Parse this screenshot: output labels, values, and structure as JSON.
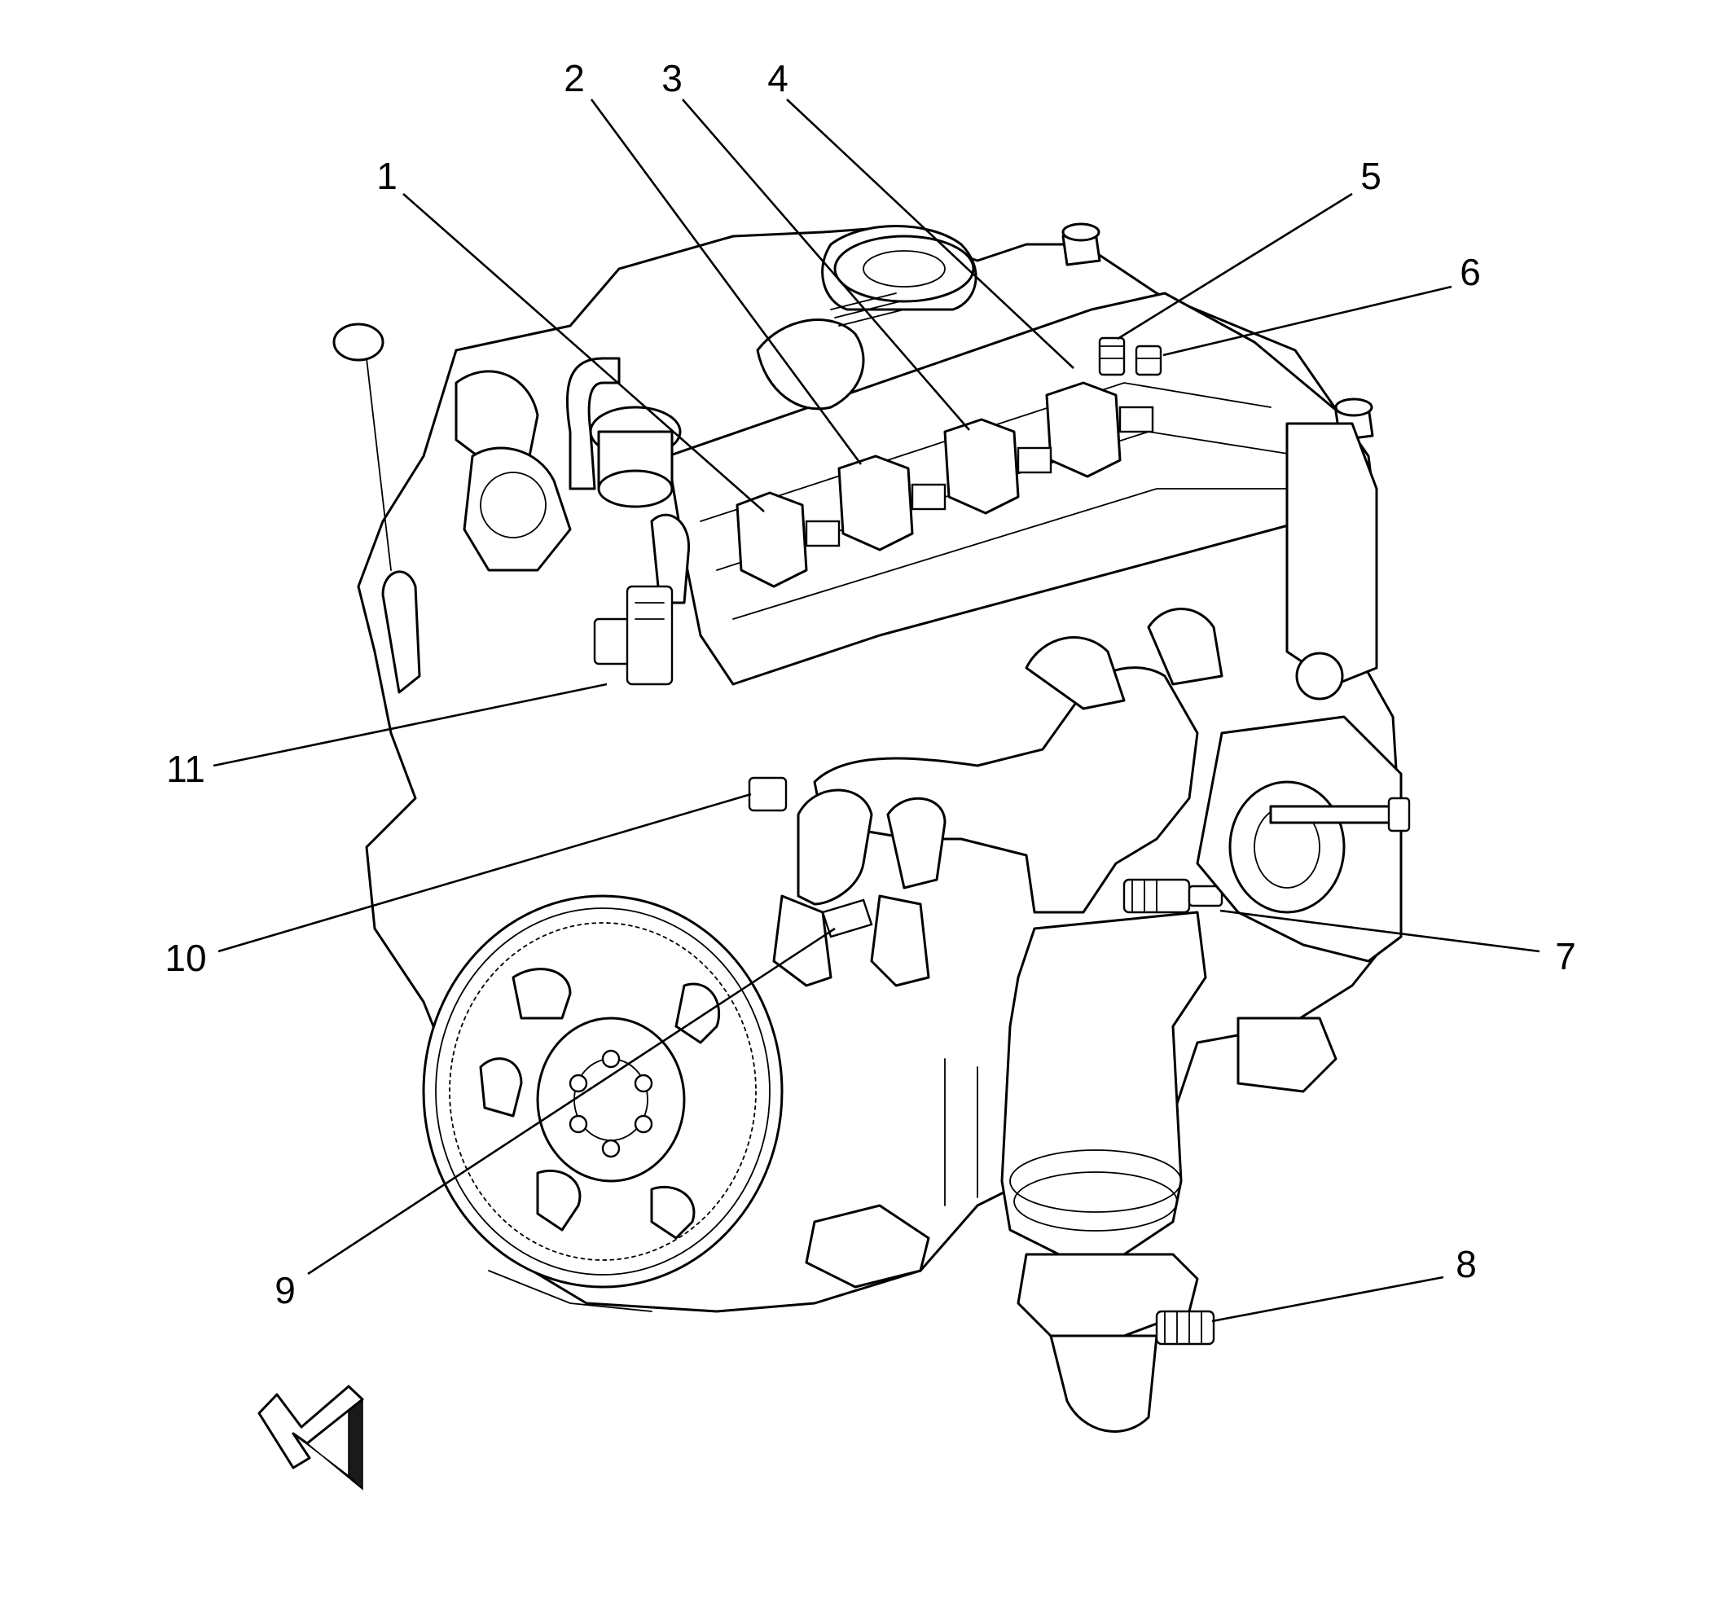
{
  "diagram": {
    "callouts": [
      {
        "id": "1",
        "label": "1"
      },
      {
        "id": "2",
        "label": "2"
      },
      {
        "id": "3",
        "label": "3"
      },
      {
        "id": "4",
        "label": "4"
      },
      {
        "id": "5",
        "label": "5"
      },
      {
        "id": "6",
        "label": "6"
      },
      {
        "id": "7",
        "label": "7"
      },
      {
        "id": "8",
        "label": "8"
      },
      {
        "id": "9",
        "label": "9"
      },
      {
        "id": "10",
        "label": "10"
      },
      {
        "id": "11",
        "label": "11"
      }
    ],
    "view_arrow_icon": "front-view-arrow-icon",
    "line_color": "#000000",
    "background_color": "#ffffff"
  }
}
